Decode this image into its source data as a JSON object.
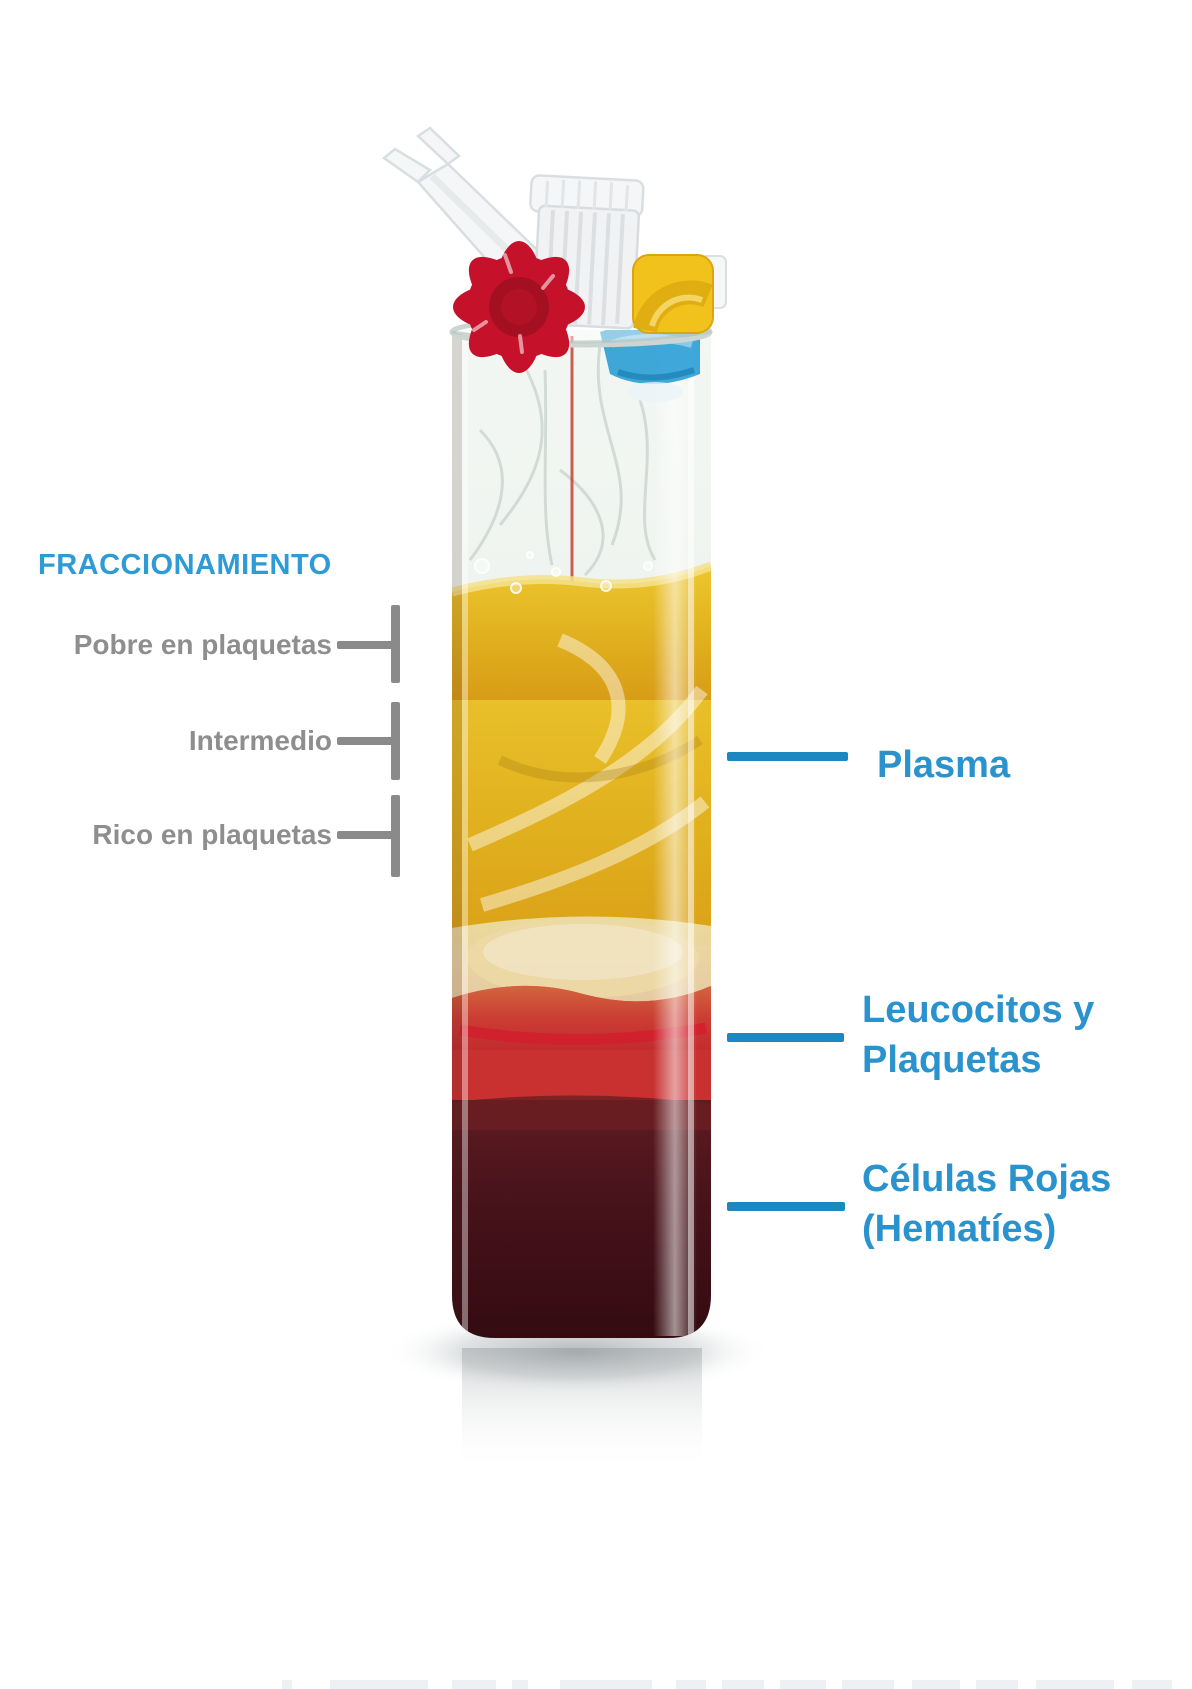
{
  "annotations": {
    "title": "FRACCIONAMIENTO",
    "left": [
      {
        "label": "Pobre en plaquetas"
      },
      {
        "label": "Intermedio"
      },
      {
        "label": "Rico en plaquetas"
      }
    ],
    "right": [
      {
        "line1": "Plasma",
        "line2": ""
      },
      {
        "line1": "Leucocitos y",
        "line2": "Plaquetas"
      },
      {
        "line1": "Células Rojas",
        "line2": "(Hematíes)"
      }
    ]
  },
  "colors": {
    "title_blue": "#2e9bd6",
    "accent_blue": "#2a93cd",
    "leader_blue": "#1d87c2",
    "label_gray": "#8e8e8e",
    "leader_gray": "#8a8a8a",
    "plasma_yellow": "#dfae1c",
    "buffy_red": "#c93030",
    "red_cells_dark": "#45121a",
    "valve_red": "#c5122a",
    "clamp_yellow": "#f1c21b",
    "port_blue": "#2f9fd6"
  }
}
